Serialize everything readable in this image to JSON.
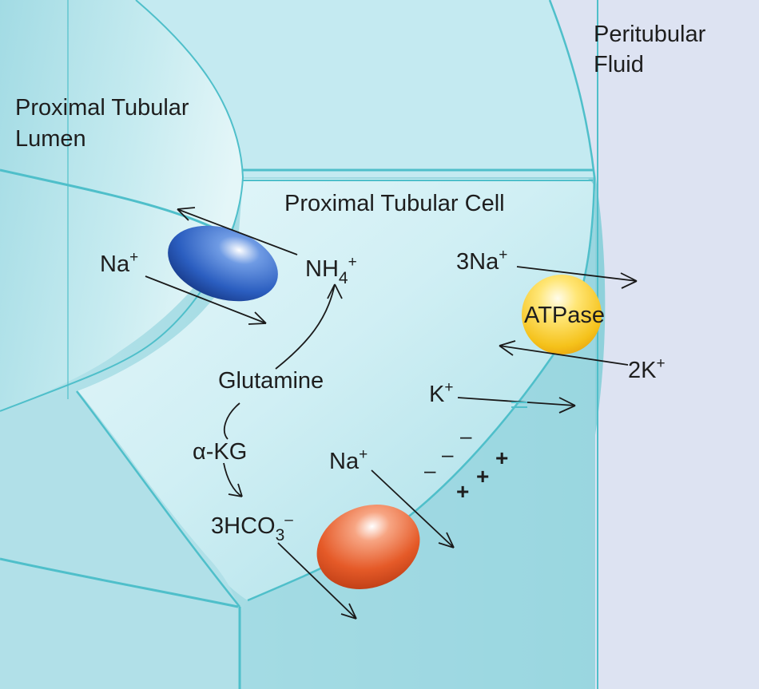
{
  "labels": {
    "peritubular_line1": "Peritubular",
    "peritubular_line2": "Fluid",
    "lumen_line1": "Proximal Tubular",
    "lumen_line2": "Lumen",
    "cell": "Proximal Tubular Cell",
    "na_lumen": "Na",
    "nh4": "NH",
    "nh4_subscript": "4",
    "three_na": "3Na",
    "atpase": "ATPase",
    "two_k": "2K",
    "glutamine": "Glutamine",
    "k": "K",
    "alpha_kg": "α-KG",
    "na_basolateral": "Na",
    "hco3_prefix": "3HCO",
    "hco3_subscript": "3",
    "plus_sign": "+",
    "minus_sign": "–"
  },
  "colors": {
    "outline": "#1a1a1a",
    "membrane": "#4fbfca",
    "cell_fill": "#c8ecf1",
    "interstitium": "#d9e0f1",
    "nhe3": "#1f4fb0",
    "atpase": "#f5c21b",
    "cotransporter": "#e55a28"
  }
}
